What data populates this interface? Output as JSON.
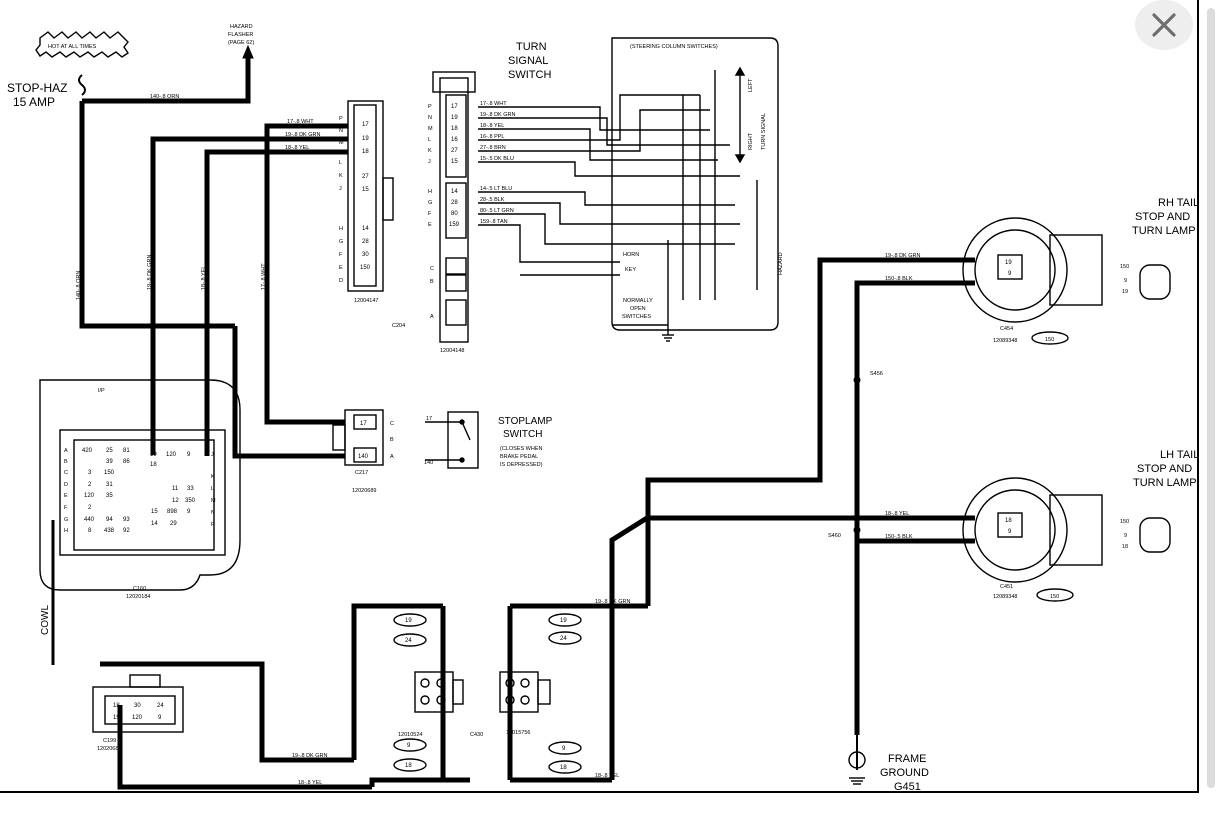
{
  "viewer": {
    "close_icon": "close-icon"
  },
  "labels": {
    "hot_at_all_times": "HOT AT ALL TIMES",
    "stop_haz": "STOP-HAZ",
    "stop_haz_amp": "15 AMP",
    "hazard_flasher_1": "HAZARD",
    "hazard_flasher_2": "FLASHER",
    "hazard_flasher_3": "(PAGE 62)",
    "turn_1": "TURN",
    "turn_2": "SIGNAL",
    "turn_3": "SWITCH",
    "steering_column": "(STEERING COLUMN SWITCHES)",
    "left": "LEFT",
    "turn_signal": "TURN SIGNAL",
    "right": "RIGHT",
    "hazard": "HAZARD",
    "horn": "HORN",
    "key": "KEY",
    "normally_open_1": "NORMALLY",
    "normally_open_2": "OPEN",
    "normally_open_3": "SWITCHES",
    "rh_tail_1": "RH TAIL,",
    "rh_tail_2": "STOP AND",
    "rh_tail_3": "TURN LAMP",
    "lh_tail_1": "LH TAIL,",
    "lh_tail_2": "STOP AND",
    "lh_tail_3": "TURN LAMP",
    "stoplamp_1": "STOPLAMP",
    "stoplamp_2": "SWITCH",
    "stoplamp_3": "(CLOSES WHEN",
    "stoplamp_4": "BRAKE PEDAL",
    "stoplamp_5": "IS DEPRESSED)",
    "frame_ground_1": "FRAME",
    "frame_ground_2": "GROUND",
    "frame_ground_3": "G451",
    "cowl": "COWL",
    "ip": "I/P",
    "c204": "C204",
    "c204_part_a": "12004147",
    "c204_part_b": "12004148",
    "c217": "C217",
    "c217_part": "12020689",
    "c160": "C160",
    "c160_part": "12020184",
    "c199": "C199",
    "c199_part": "12020688",
    "c430": "C430",
    "c430_part_a": "12010524",
    "c430_part_b": "12015756",
    "c454": "C454",
    "c454_part": "12089348",
    "c451": "C451",
    "c451_part": "12089348",
    "s456": "S456",
    "s460": "S460",
    "page_150a": "150",
    "page_150b": "150"
  },
  "wires": {
    "w140_orn": "140-.8 ORN",
    "w140_orn_v": "140-.8 ORN",
    "w19_dkgrn_v": "19-.8 DK GRN",
    "w18_yel_v": "18-.8 YEL",
    "w17_wht_v": "17-.8 WHT",
    "w17_wht": "17-.8 WHT",
    "w19_dkgrn": "19-.8 DK GRN",
    "w18_yel": "18-.8 YEL",
    "ts_17": "17-.8 WHT",
    "ts_19": "19-.8 DK GRN",
    "ts_18": "18-.8 YEL",
    "ts_16": "16-.8 PPL",
    "ts_27": "27-.8 BRN",
    "ts_15": "15-.5 DK BLU",
    "ts_14": "14-.5 LT BLU",
    "ts_28": "28-.5 BLK",
    "ts_80": "80-.5 LT GRN",
    "ts_159": "159-.8 TAN",
    "rh_19": "19-.8 DK GRN",
    "rh_150": "150-.8 BLK",
    "lh_18": "18-.8 YEL",
    "lh_150": "150-.5 BLK",
    "bot_19a": "19-.8 DK GRN",
    "bot_18a": "18-.8 YEL",
    "bot_19b": "19-.8 DK GRN",
    "bot_18b": "18-.8 YEL"
  },
  "pins": {
    "c204_letters": [
      "P",
      "N",
      "M",
      "L",
      "K",
      "J",
      "H",
      "G",
      "F",
      "E",
      "D",
      "C",
      "B",
      "A"
    ],
    "c204_right": [
      "17",
      "19",
      "18",
      "16",
      "27",
      "15",
      "14",
      "28",
      "80",
      "159"
    ],
    "c204_left": [
      "17",
      "19",
      "18",
      "27",
      "15",
      "14",
      "28",
      "30",
      "150"
    ],
    "c217": [
      "17",
      "140"
    ],
    "c217_letters": [
      "C",
      "B",
      "A"
    ],
    "c160": [
      "420",
      "25",
      "81",
      "39",
      "86",
      "3",
      "150",
      "2",
      "31",
      "120",
      "35",
      "2",
      "440",
      "94",
      "93",
      "8",
      "438",
      "92",
      "19",
      "120",
      "9",
      "18",
      "11",
      "33",
      "12",
      "350",
      "15",
      "898",
      "9",
      "14",
      "29"
    ],
    "c160_letters_l": [
      "A",
      "B",
      "C",
      "D",
      "E",
      "F",
      "G",
      "H"
    ],
    "c160_letters_r": [
      "J",
      "K",
      "L",
      "M",
      "N",
      "P"
    ],
    "c199": [
      "18",
      "30",
      "24",
      "19",
      "120",
      "9"
    ],
    "c430_left": [
      "19",
      "24",
      "9",
      "18"
    ],
    "c430_right": [
      "19",
      "24",
      "9",
      "18"
    ],
    "rh_lamp": [
      "19",
      "9"
    ],
    "rh_plug": [
      "150",
      "9",
      "19"
    ],
    "lh_lamp": [
      "18",
      "9"
    ],
    "lh_plug": [
      "150",
      "9",
      "18"
    ],
    "stoplamp": [
      "17",
      "140"
    ]
  }
}
